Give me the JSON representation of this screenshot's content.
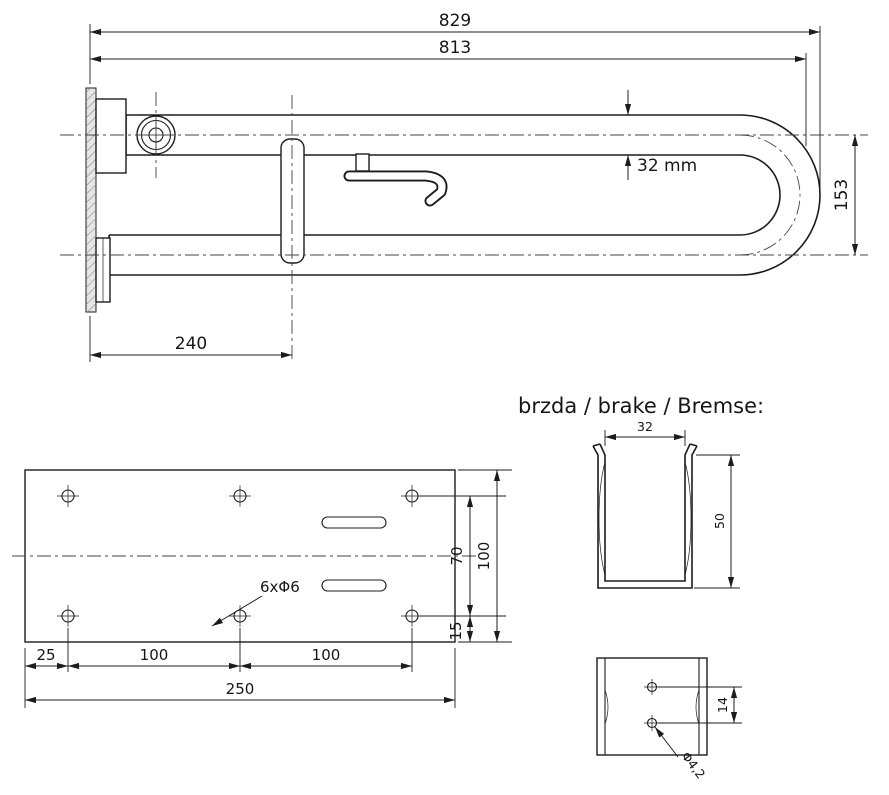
{
  "drawing": {
    "side_view": {
      "dim_total_length": "829",
      "dim_rail_length": "813",
      "dim_tube_diameter": "32 mm",
      "dim_height": "153",
      "dim_bracket_offset": "240"
    },
    "plate_view": {
      "label_holes": "6xΦ6",
      "dim_margin_left": "25",
      "dim_hole_spacing_a": "100",
      "dim_hole_spacing_b": "100",
      "dim_total_width": "250",
      "dim_hole_rows": "70",
      "dim_plate_height": "100",
      "dim_margin_bottom": "15"
    },
    "brake": {
      "title": "brzda / brake / Bremse:",
      "front_view": {
        "dim_width": "32",
        "dim_height": "50"
      },
      "top_view": {
        "dim_hole_spacing": "14",
        "label_hole_diameter": "Φ4,2"
      }
    }
  }
}
